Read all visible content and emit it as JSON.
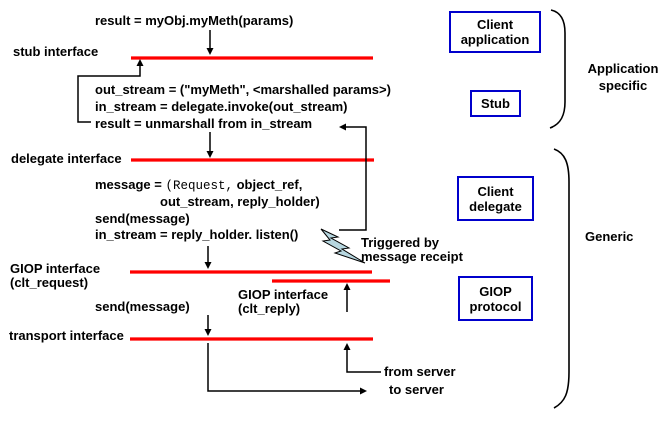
{
  "colors": {
    "red": "#ff0000",
    "blue": "#0000cc",
    "bolt_fill": "#b7d7e0",
    "black": "#000000"
  },
  "code": {
    "top_call": "result = myObj.myMeth(params)",
    "stub_1": "out_stream = (\"myMeth\", <marshalled params>)",
    "stub_2": "in_stream = delegate.invoke(out_stream)",
    "stub_3": "result = unmarshall from in_stream",
    "delegate_1a": "message = ",
    "delegate_1b": "(Request,",
    "delegate_1c": " object_ref,",
    "delegate_2": "out_stream, reply_holder)",
    "delegate_3": "send(message)",
    "delegate_4": "in_stream = reply_holder. listen()",
    "giop_send": "send(message)"
  },
  "labels": {
    "stub_interface": "stub interface",
    "delegate_interface": "delegate interface",
    "giop_interface": "GIOP interface",
    "clt_request": "(clt_request)",
    "giop_interface_reply": "GIOP interface",
    "clt_reply": "(clt_reply)",
    "transport_interface": "transport interface",
    "triggered_1": "Triggered by",
    "triggered_2": "message receipt",
    "from_server": "from server",
    "to_server": "to server"
  },
  "boxes": {
    "client_application": {
      "line1": "Client",
      "line2": "application"
    },
    "stub": {
      "line1": "Stub"
    },
    "client_delegate": {
      "line1": "Client",
      "line2": "delegate"
    },
    "giop_protocol": {
      "line1": "GIOP",
      "line2": "protocol"
    }
  },
  "groups": {
    "application_specific_1": "Application",
    "application_specific_2": "specific",
    "generic": "Generic"
  }
}
